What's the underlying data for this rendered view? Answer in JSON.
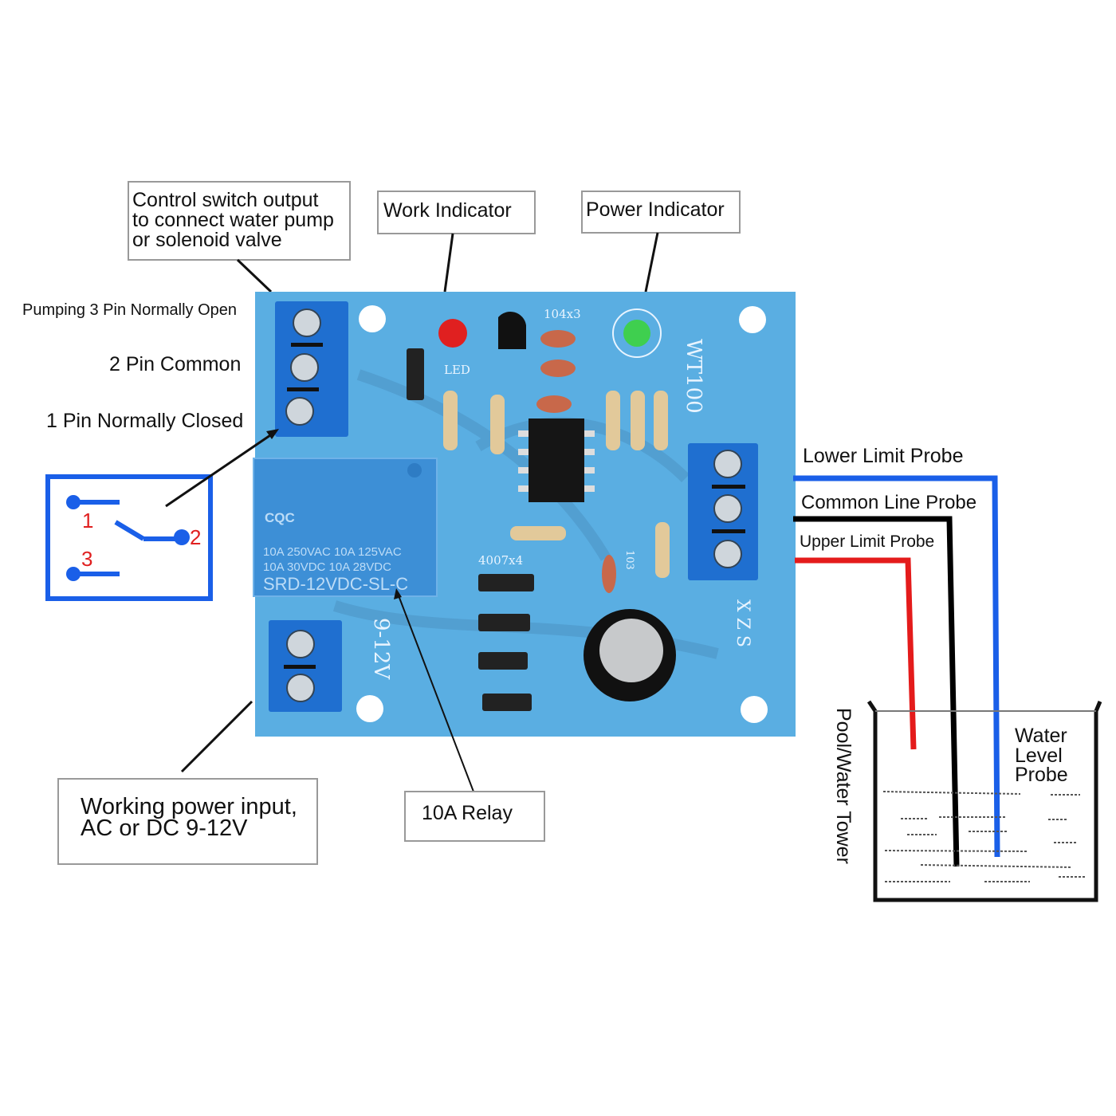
{
  "callouts": {
    "control_output": [
      "Control switch output",
      "to connect water pump",
      "or solenoid valve"
    ],
    "work_indicator": "Work Indicator",
    "power_indicator": "Power Indicator",
    "power_input": [
      "Working power input,",
      "AC or DC 9-12V"
    ],
    "relay": "10A Relay"
  },
  "pins": {
    "pin3": "Pumping 3 Pin Normally Open",
    "pin2": "2 Pin Common",
    "pin1": "1 Pin Normally Closed"
  },
  "switch_symbol": {
    "n1": "1",
    "n2": "2",
    "n3": "3"
  },
  "probes": {
    "lower": "Lower Limit Probe",
    "common": "Common Line Probe",
    "upper": "Upper Limit Probe"
  },
  "tank": {
    "side_label": "Pool/Water Tower",
    "probe_label": [
      "Water",
      "Level",
      "Probe"
    ]
  },
  "pcb": {
    "model": "WT100",
    "led": "LED",
    "cap_label": "104x3",
    "diode_label": "4007x4",
    "cap_103": "103",
    "voltage": "9-12V",
    "xzs": "X Z S",
    "relay_text": [
      "10A 250VAC  10A 125VAC",
      "10A  30VDC  10A  28VDC",
      "SRD-12VDC-SL-C"
    ],
    "cqc": "CQC"
  },
  "colors": {
    "pcb": "#5aaee2",
    "terminal": "#1f6fd0",
    "switch_box": "#1a5fe8",
    "wire_lower": "#1a5fe8",
    "wire_common": "#000000",
    "wire_upper": "#e41b1b",
    "led_work": "#e02020",
    "led_power": "#3fcf4f"
  }
}
